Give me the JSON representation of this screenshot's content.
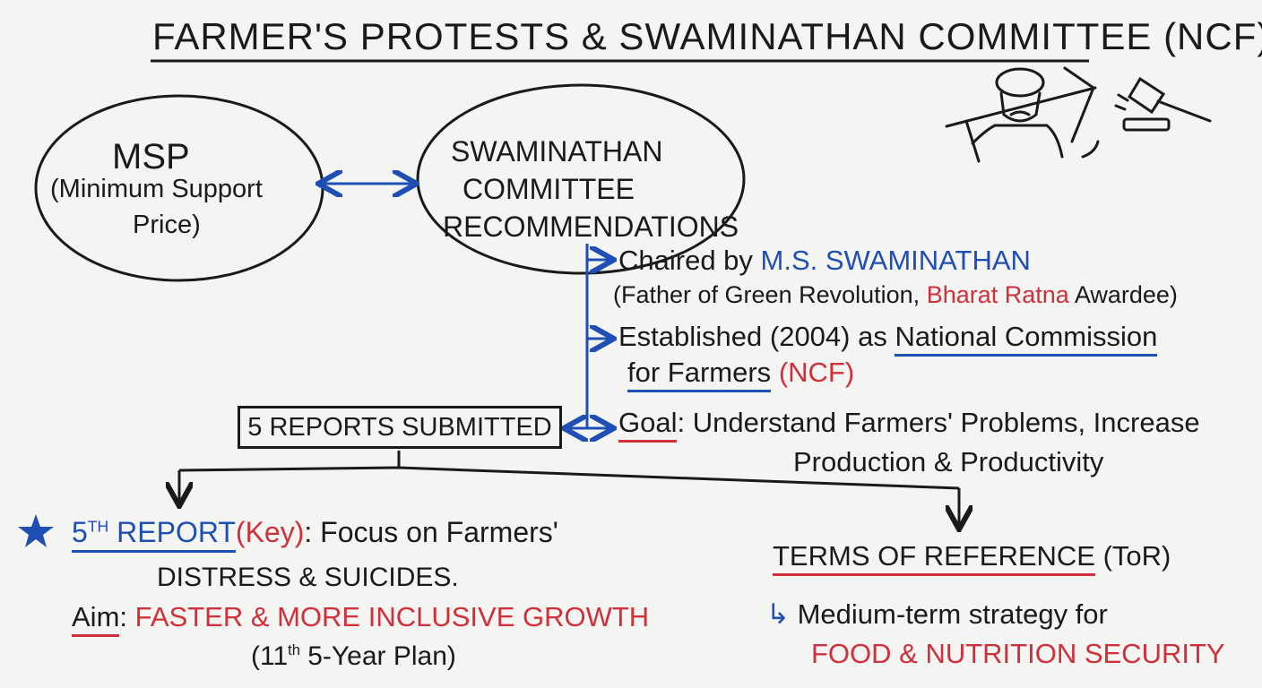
{
  "title": "FARMER'S PROTESTS & SWAMINATHAN COMMITTEE (NCF)",
  "msp": {
    "heading": "MSP",
    "line1": "(Minimum Support",
    "line2": "Price)"
  },
  "committee": {
    "line1": "SWAMINATHAN",
    "line2": "COMMITTEE",
    "line3": "RECOMMENDATIONS"
  },
  "chaired": {
    "prefix": "Chaired by",
    "name": "M.S. SWAMINATHAN",
    "note_start": "(Father of Green Revolution,",
    "note_award": "Bharat Ratna",
    "note_end": "Awardee)"
  },
  "established": {
    "prefix": "Established (2004) as",
    "commission_a": "National Commission",
    "commission_b": "for Farmers",
    "abbr": "(NCF)"
  },
  "goal": {
    "label": "Goal",
    "text1": ": Understand Farmers' Problems, Increase",
    "text2": "Production & Productivity"
  },
  "reports_box": "5 REPORTS SUBMITTED",
  "fifth_report": {
    "title_num": "5",
    "title_sup": "TH",
    "title_word": "REPORT",
    "key": "(Key)",
    "focus": ": Focus on Farmers'",
    "focus2": "DISTRESS & SUICIDES.",
    "aim_label": "Aim",
    "aim_text": "FASTER & MORE INCLUSIVE GROWTH",
    "plan_a": "(11",
    "plan_sup": "th",
    "plan_b": " 5-Year Plan)"
  },
  "tor": {
    "heading": "TERMS OF REFERENCE",
    "abbr": "(ToR)",
    "arrow": "↳",
    "line1": "Medium-term strategy for",
    "line2": "FOOD & NUTRITION SECURITY"
  },
  "colors": {
    "blue": "#1f4fb5",
    "red": "#d0303a",
    "ink": "#1a1a1a"
  }
}
